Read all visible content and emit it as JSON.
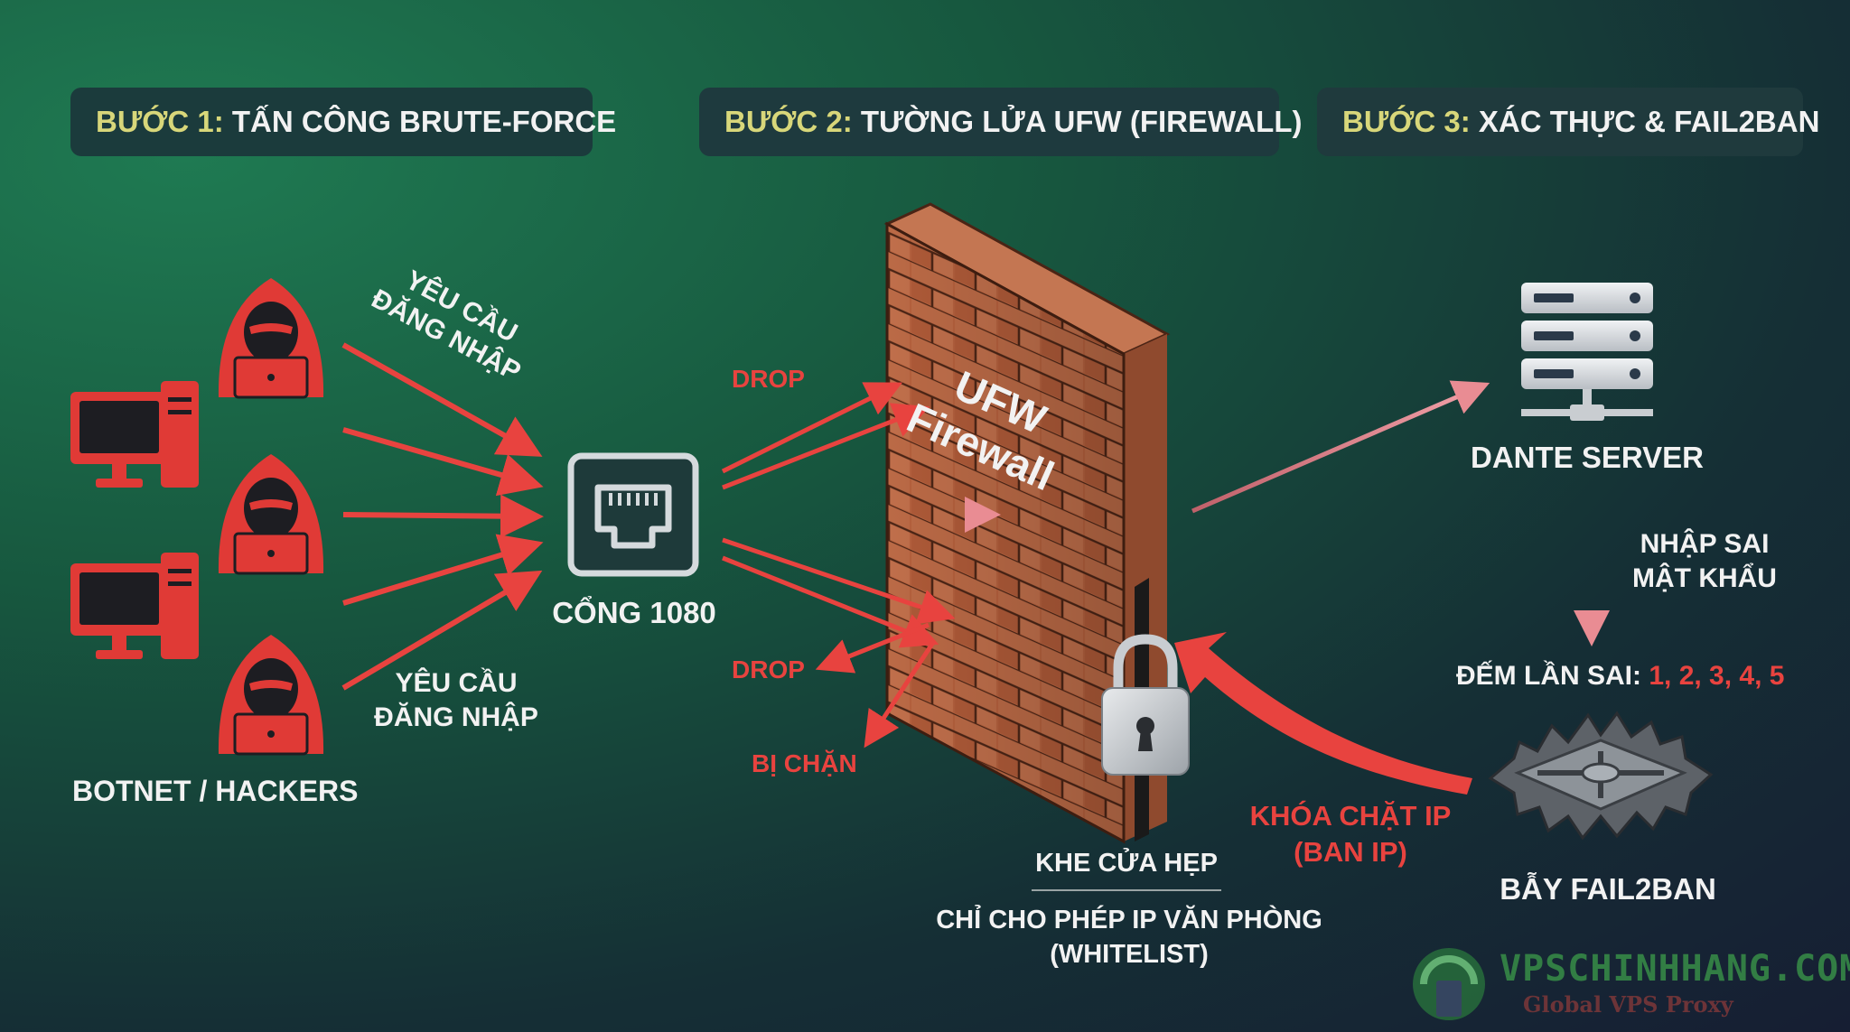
{
  "steps": [
    {
      "prefix": "BƯỚC 1:",
      "title": "TẤN CÔNG BRUTE-FORCE"
    },
    {
      "prefix": "BƯỚC 2:",
      "title": "TƯỜNG LỬA UFW (FIREWALL)"
    },
    {
      "prefix": "BƯỚC 3:",
      "title": "XÁC THỰC & FAIL2BAN"
    }
  ],
  "attack": {
    "request_label_1": "YÊU CẦU ĐĂNG NHẬP",
    "request_label_2_line1": "YÊU CẦU",
    "request_label_2_line2": "ĐĂNG NHẬP",
    "group_label": "BOTNET / HACKERS"
  },
  "port": {
    "label": "CỔNG 1080"
  },
  "firewall": {
    "wall_line1": "UFW",
    "wall_line2": "Firewall",
    "drop_top": "DROP",
    "drop_bottom": "DROP",
    "blocked": "BỊ CHẶN",
    "gap_label": "KHE CỬA HẸP",
    "whitelist_line1": "CHỈ CHO PHÉP IP VĂN PHÒNG",
    "whitelist_line2": "(WHITELIST)"
  },
  "server": {
    "label": "DANTE SERVER",
    "wrong_pw_line1": "NHẬP SAI",
    "wrong_pw_line2": "MẬT KHẨU",
    "count_prefix": "ĐẾM LẦN SAI:",
    "count_values": "1, 2, 3, 4, 5",
    "trap_label": "BẪY FAIL2BAN",
    "ban_line1": "KHÓA CHẶT IP",
    "ban_line2": "(BAN IP)"
  },
  "watermark": {
    "title": "VPSCHINHHANG.COM",
    "subtitle": "Global VPS Proxy"
  },
  "colors": {
    "accent_red": "#e8433f",
    "step_yellow": "#d8d77a",
    "brick": "#b5603e",
    "text": "#f2f2f2"
  }
}
